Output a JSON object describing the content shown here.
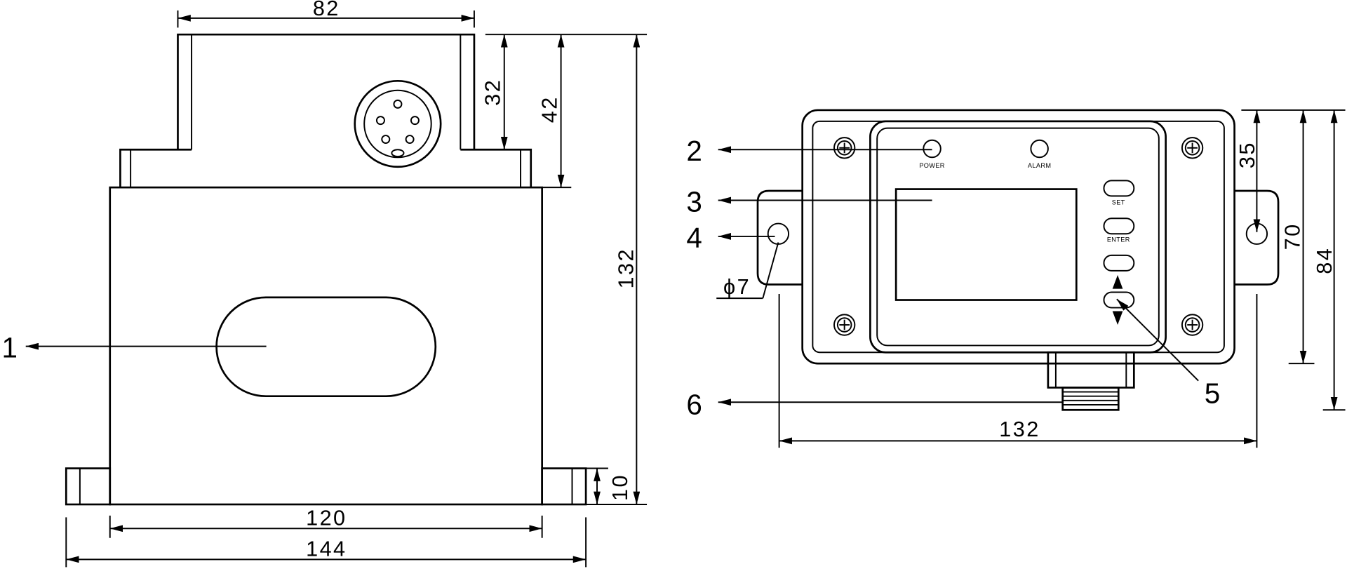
{
  "front_view": {
    "dim_width_top": "82",
    "dim_bracket_height": "32",
    "dim_top_height": "42",
    "dim_total_height": "132",
    "dim_foot_height": "10",
    "dim_body_width": "120",
    "dim_total_width": "144",
    "callout_1": "1"
  },
  "side_view": {
    "callout_2": "2",
    "callout_3": "3",
    "callout_4": "4",
    "callout_5": "5",
    "callout_6": "6",
    "hole_diameter": "ϕ7",
    "dim_width": "132",
    "dim_hole_height": "35",
    "dim_body_height": "70",
    "dim_total_height": "84",
    "led_power_label": "POWER",
    "led_alarm_label": "ALARM",
    "button_set_label": "SET",
    "button_enter_label": "ENTER"
  }
}
